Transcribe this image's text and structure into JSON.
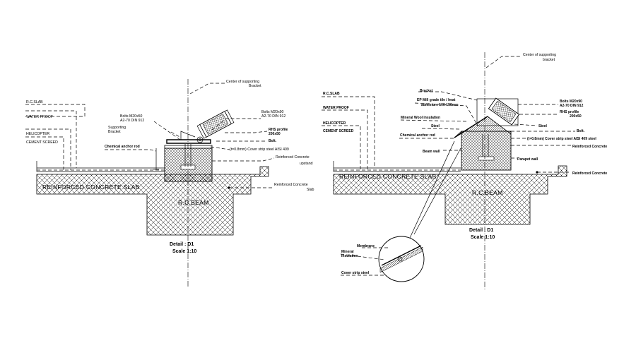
{
  "left_detail": {
    "labels": {
      "rc_slab": "R.C.SLAB",
      "waterproof": "WATER PROOF",
      "helicopter": "HELICOPTER",
      "cement_screed": "CEMENT SCREED",
      "center_bracket_1": "Center of supporting",
      "center_bracket_2": "Bracket",
      "bolts_left_1": "Bolts M20x50",
      "bolts_left_2": "A2-70 DIN 912",
      "bolts_right_1": "Bolts M20x90",
      "bolts_right_2": "A2-70 DIN 912",
      "supporting_1": "Supporting",
      "supporting_2": "Bracket",
      "profile_1": "RHS profile",
      "profile_2": "200x50",
      "bolt": "Bolt.",
      "anchor_rod": "Chemical anchor rod",
      "cover_strip": "(t=0.8mm) Cover strip steel AISI 409",
      "rc_upstand_1": "Reinforced Concrete",
      "rc_upstand_2": "upstand",
      "rc_slab_1": "Reinforced Concrete",
      "rc_slab_2": "Slab",
      "slab_big": "REINFORCED CONCRETE SLAB",
      "beam": "R.C.BEAM",
      "detail": "Detail : D1",
      "scale": "Scale 1:10"
    }
  },
  "right_detail": {
    "labels": {
      "center_1": "Center of supporting",
      "center_2": "bracket",
      "bracket": "Bracket",
      "rc_slab": "R.C.SLAB",
      "waterproof": "WATER PROOF",
      "helicopter": "HELICOPTER",
      "cement_screed": "CEMENT SCREED",
      "ep_mesh_1": "EP Mill grade tile / heat",
      "ep_mesh_2": "admixture 100-150mm",
      "mineral_wool": "Mineral Wool insulation",
      "steel": "Steel",
      "chem_anchor": "Chemical anchor rod",
      "bolts_1": "Bolts M20x90",
      "bolts_2": "A2-70 DIN 912",
      "rhs_1": "RHS profile",
      "rhs_2": "200x50",
      "steel_r": "Steel",
      "bolt_r": "Bolt.",
      "cover_strip": "(t=0.8mm) Cover strip steel AISI 409 steel",
      "rc_upstand": "Reinforced Concrete",
      "beam_wall": "Beam wall",
      "parapet": "Parapet wall",
      "rc_right": "Reinforced Concrete",
      "slab_big": "REINFORCED CONCRETE SLAB",
      "beam": "R.C.BEAM",
      "detail": "Detail : D1",
      "scale": "Scale 1:10",
      "membrane": "Membrane",
      "insulation_1": "Mineral",
      "insulation_2": "Insulation",
      "cover": "Cover strip steel"
    }
  }
}
